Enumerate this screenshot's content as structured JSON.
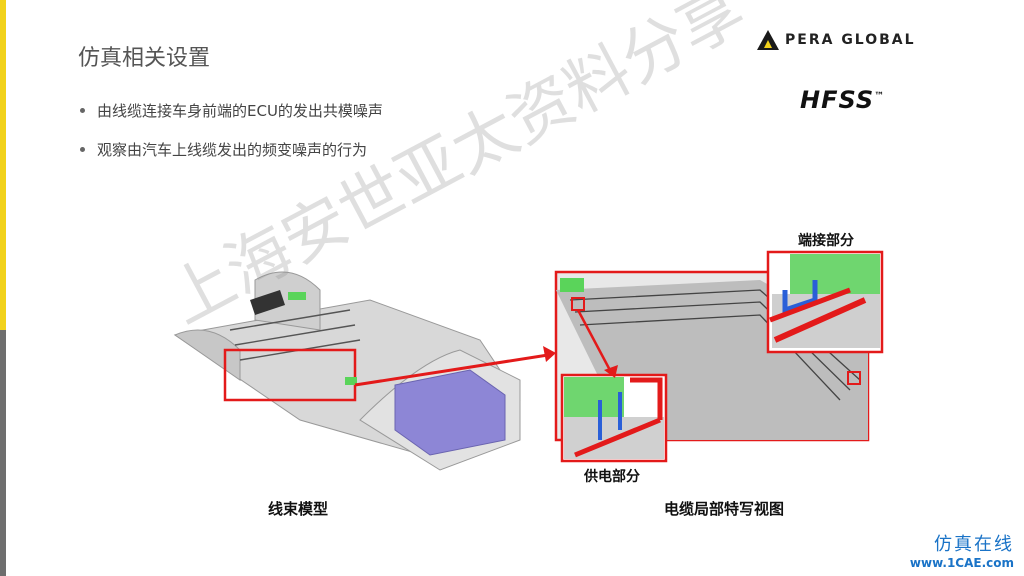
{
  "slide": {
    "title": "仿真相关设置",
    "bullets": [
      "由线缆连接车身前端的ECU的发出共模噪声",
      "观察由汽车上线缆发出的频变噪声的行为"
    ],
    "logo_text": "PERA GLOBAL",
    "product": "HFSS",
    "product_mark": "™",
    "watermark": "上海安世亚太资料分享",
    "captions": {
      "left": "线束模型",
      "right": "电缆局部特写视图",
      "end_connect": "端接部分",
      "power_part": "供电部分"
    },
    "footer": {
      "cn": "仿真在线",
      "url": "www.1CAE.com"
    }
  },
  "colors": {
    "accent": "#f2d21b",
    "highlight": "#e31a1a",
    "footer": "#1a73c7"
  }
}
